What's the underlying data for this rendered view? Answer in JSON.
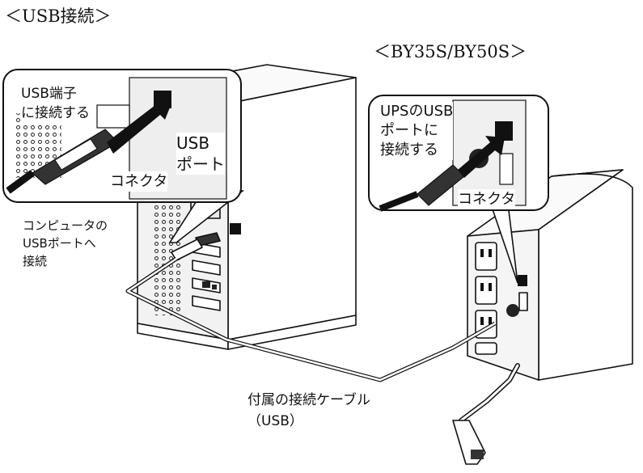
{
  "headings": {
    "section": "＜USB接続＞",
    "model": "＜BY35S/BY50S＞"
  },
  "callouts": {
    "pc_port_instruction": "USB端子\nに接続する",
    "pc_port": "USB\nポート",
    "pc_connector": "コネクタ",
    "ups_port_instruction": "UPSのUSB\nポートに\n接続する",
    "ups_connector": "コネクタ"
  },
  "labels": {
    "computer_port": "コンピュータの\nUSBポートへ\n接続",
    "cable": "付属の接続ケーブル\n（USB）"
  },
  "colors": {
    "line": "#111111",
    "device_fill": "#ffffff",
    "shade": "#d6d6d6",
    "dark": "#2a2a2a"
  }
}
